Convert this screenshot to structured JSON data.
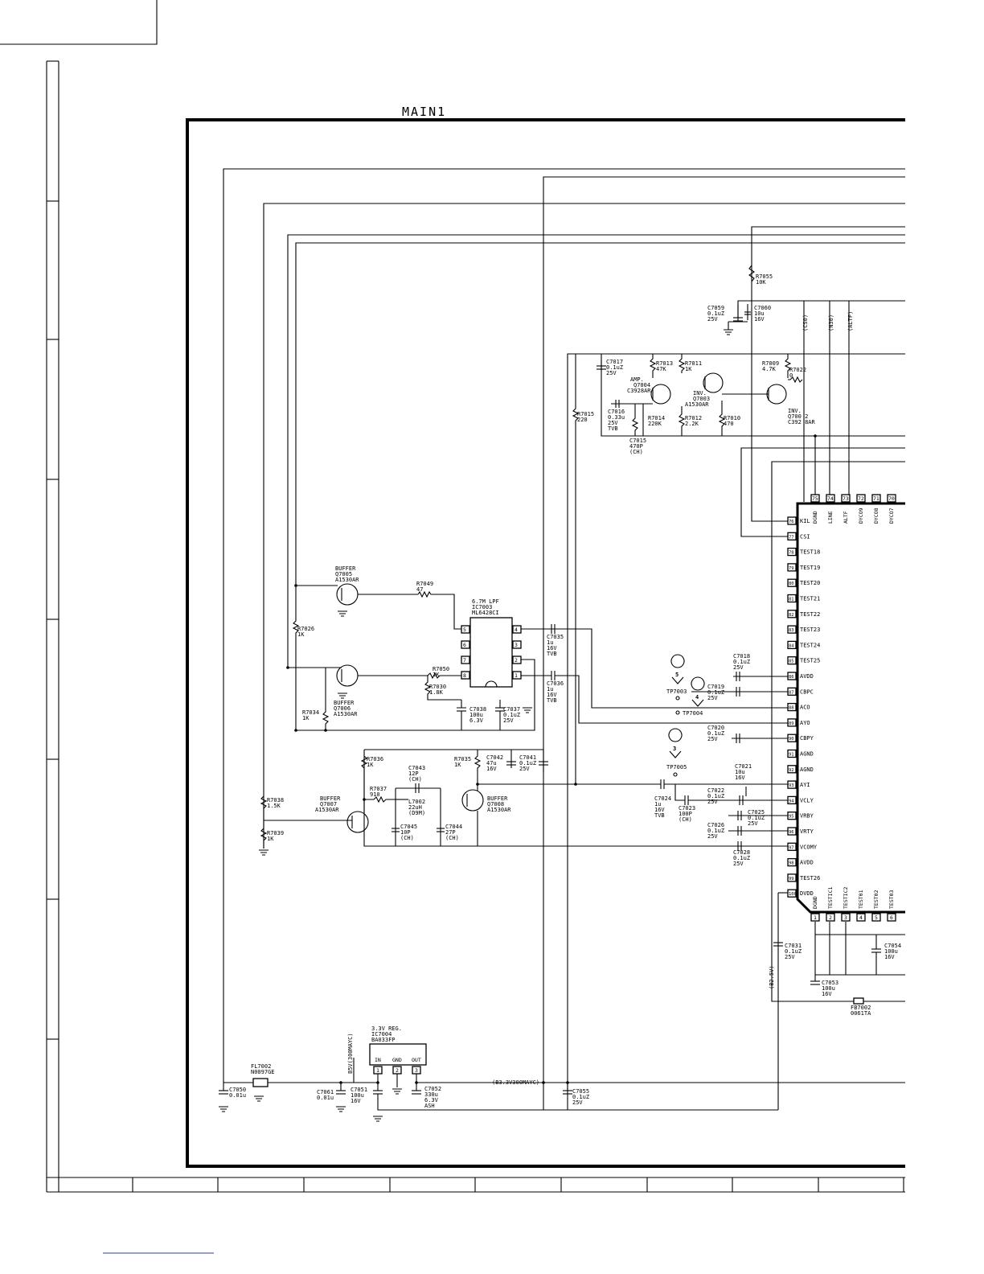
{
  "sheet": {
    "title": "MAIN1"
  },
  "ic7003": {
    "func": "6.7M LPF",
    "ref": "IC7003",
    "part": "ML6428CI",
    "pins": [
      "5",
      "6",
      "7",
      "8",
      "4",
      "3",
      "2",
      "1"
    ]
  },
  "ic7004": {
    "func": "3.3V REG.",
    "ref": "IC7004",
    "part": "BA033FP",
    "pins": [
      "IN",
      "GND",
      "OUT"
    ],
    "pin_numbers": [
      "1",
      "2",
      "3"
    ]
  },
  "transistors": [
    {
      "id": "q7005",
      "role": "BUFFER",
      "ref": "Q7005",
      "part": "A1530AR"
    },
    {
      "id": "q7006",
      "role": "BUFFER",
      "ref": "Q7006",
      "part": "A1530AR"
    },
    {
      "id": "q7007",
      "role": "BUFFER",
      "ref": "Q7007",
      "part": "A1530AR"
    },
    {
      "id": "q7008",
      "role": "BUFFER",
      "ref": "Q7008",
      "part": "A1530AR"
    },
    {
      "id": "q7004",
      "role": "AMP.",
      "ref": "Q7004",
      "part": "C3928AR"
    },
    {
      "id": "q7003",
      "role": "INV.",
      "ref": "Q7003",
      "part": "A1530AR"
    },
    {
      "id": "q7002",
      "role": "INV.",
      "ref": "Q700 2",
      "part": "C392 8AR"
    }
  ],
  "components": [
    {
      "ref": "R7049",
      "val": "47"
    },
    {
      "ref": "R7026",
      "val": "1K"
    },
    {
      "ref": "R7050",
      "val": "1K"
    },
    {
      "ref": "R7030",
      "val": "1.8K"
    },
    {
      "ref": "R7034",
      "val": "1K"
    },
    {
      "ref": "C7038",
      "val": "100u",
      "val2": "6.3V"
    },
    {
      "ref": "C7037",
      "val": "0.1uZ",
      "val2": "25V"
    },
    {
      "ref": "C7035",
      "val": "1u",
      "val2": "16V",
      "val3": "TVB"
    },
    {
      "ref": "C7036",
      "val": "1u",
      "val2": "16V",
      "val3": "TVB"
    },
    {
      "ref": "R7036",
      "val": "1K"
    },
    {
      "ref": "R7037",
      "val": "910"
    },
    {
      "ref": "C7043",
      "val": "12P",
      "val2": "(CH)"
    },
    {
      "ref": "L7002",
      "val": "22uH",
      "val2": "(D9M)"
    },
    {
      "ref": "C7045",
      "val": "10P",
      "val2": "(CH)"
    },
    {
      "ref": "C7044",
      "val": "27P",
      "val2": "(CH)"
    },
    {
      "ref": "R7035",
      "val": "1K"
    },
    {
      "ref": "C7042",
      "val": "47u",
      "val2": "16V"
    },
    {
      "ref": "C7041",
      "val": "0.1uZ",
      "val2": "25V"
    },
    {
      "ref": "R7038",
      "val": "1.5K"
    },
    {
      "ref": "R7039",
      "val": "1K"
    },
    {
      "ref": "C7017",
      "val": "0.1uZ",
      "val2": "25V"
    },
    {
      "ref": "R7013",
      "val": "47K"
    },
    {
      "ref": "R7011",
      "val": "1K"
    },
    {
      "ref": "R7009",
      "val": "4.7K"
    },
    {
      "ref": "R7022",
      "val": "0"
    },
    {
      "ref": "C7016",
      "val": "0.33u",
      "val2": "25V",
      "val3": "TVB"
    },
    {
      "ref": "R7014",
      "val": "220K"
    },
    {
      "ref": "C7015",
      "val": "470P",
      "val2": "(CH)"
    },
    {
      "ref": "R7012",
      "val": "2.2K"
    },
    {
      "ref": "R7010",
      "val": "470"
    },
    {
      "ref": "R7015",
      "val": "220"
    },
    {
      "ref": "R7055",
      "val": "10K"
    },
    {
      "ref": "C7059",
      "val": "0.1uZ",
      "val2": "25V"
    },
    {
      "ref": "C7060",
      "val": "10u",
      "val2": "16V"
    },
    {
      "ref": "C7018",
      "val": "0.1uZ",
      "val2": "25V"
    },
    {
      "ref": "C7019",
      "val": "0.1uZ",
      "val2": "25V"
    },
    {
      "ref": "C7020",
      "val": "0.1uZ",
      "val2": "25V"
    },
    {
      "ref": "C7021",
      "val": "10u",
      "val2": "16V"
    },
    {
      "ref": "C7022",
      "val": "0.1uZ",
      "val2": "25V"
    },
    {
      "ref": "C7024",
      "val": "1u",
      "val2": "16V",
      "val3": "TVB"
    },
    {
      "ref": "C7023",
      "val": "100P",
      "val2": "(CH)"
    },
    {
      "ref": "C7025",
      "val": "0.1uZ",
      "val2": "25V"
    },
    {
      "ref": "C7026",
      "val": "0.1uZ",
      "val2": "25V"
    },
    {
      "ref": "C7028",
      "val": "0.1uZ",
      "val2": "25V"
    },
    {
      "ref": "C7031",
      "val": "0.1uZ",
      "val2": "25V"
    },
    {
      "ref": "C7053",
      "val": "100u",
      "val2": "16V"
    },
    {
      "ref": "C7054",
      "val": "100u",
      "val2": "16V"
    },
    {
      "ref": "FB7002",
      "val": "0061TA"
    },
    {
      "ref": "FL7002",
      "val": "N0097GE"
    },
    {
      "ref": "C7050",
      "val": "0.01u"
    },
    {
      "ref": "C7061",
      "val": "0.01u"
    },
    {
      "ref": "C7051",
      "val": "100u",
      "val2": "16V"
    },
    {
      "ref": "C7052",
      "val": "330u",
      "val2": "6.3V",
      "val3": "ASH"
    },
    {
      "ref": "C7055",
      "val": "0.1uZ",
      "val2": "25V"
    }
  ],
  "test_points": [
    {
      "num": "5",
      "ref": "TP7003"
    },
    {
      "num": "4",
      "ref": "TP7004"
    },
    {
      "num": "3",
      "ref": "TP7005"
    }
  ],
  "nets": {
    "b5v": "B5V(300MAYC)",
    "b33v": "(B3.3V300MAYC)",
    "b25v": "(B2.5V)",
    "cs0": "(CS0)",
    "n30": "(N30)",
    "altf": "(ALTF)"
  },
  "main_ic": {
    "left_pins": [
      {
        "num": "76",
        "name": "KIL"
      },
      {
        "num": "77",
        "name": "CSI"
      },
      {
        "num": "78",
        "name": "TEST18"
      },
      {
        "num": "79",
        "name": "TEST19"
      },
      {
        "num": "80",
        "name": "TEST20"
      },
      {
        "num": "81",
        "name": "TEST21"
      },
      {
        "num": "82",
        "name": "TEST22"
      },
      {
        "num": "83",
        "name": "TEST23"
      },
      {
        "num": "84",
        "name": "TEST24"
      },
      {
        "num": "85",
        "name": "TEST25"
      },
      {
        "num": "86",
        "name": "AVDD"
      },
      {
        "num": "87",
        "name": "CBPC"
      },
      {
        "num": "88",
        "name": "ACO"
      },
      {
        "num": "89",
        "name": "AYO"
      },
      {
        "num": "90",
        "name": "CBPY"
      },
      {
        "num": "91",
        "name": "AGND"
      },
      {
        "num": "92",
        "name": "AGND"
      },
      {
        "num": "93",
        "name": "AYI"
      },
      {
        "num": "94",
        "name": "VCLY"
      },
      {
        "num": "95",
        "name": "VRBY"
      },
      {
        "num": "96",
        "name": "VRTY"
      },
      {
        "num": "97",
        "name": "VCOMY"
      },
      {
        "num": "98",
        "name": "AVDD"
      },
      {
        "num": "99",
        "name": "TEST26"
      },
      {
        "num": "100",
        "name": "DVDD"
      }
    ],
    "top_pins": [
      {
        "num": "75",
        "name": "DGND"
      },
      {
        "num": "74",
        "name": "LINE"
      },
      {
        "num": "73",
        "name": "ALTF"
      },
      {
        "num": "72",
        "name": "DYCO9"
      },
      {
        "num": "71",
        "name": "DYCO8"
      },
      {
        "num": "70",
        "name": "DYCO7"
      }
    ],
    "bottom_pins": [
      {
        "num": "1",
        "name": "DGND"
      },
      {
        "num": "2",
        "name": "TESTIC1"
      },
      {
        "num": "3",
        "name": "TESTIC2"
      },
      {
        "num": "4",
        "name": "TEST01"
      },
      {
        "num": "5",
        "name": "TEST02"
      },
      {
        "num": "6",
        "name": "TEST03"
      }
    ]
  }
}
